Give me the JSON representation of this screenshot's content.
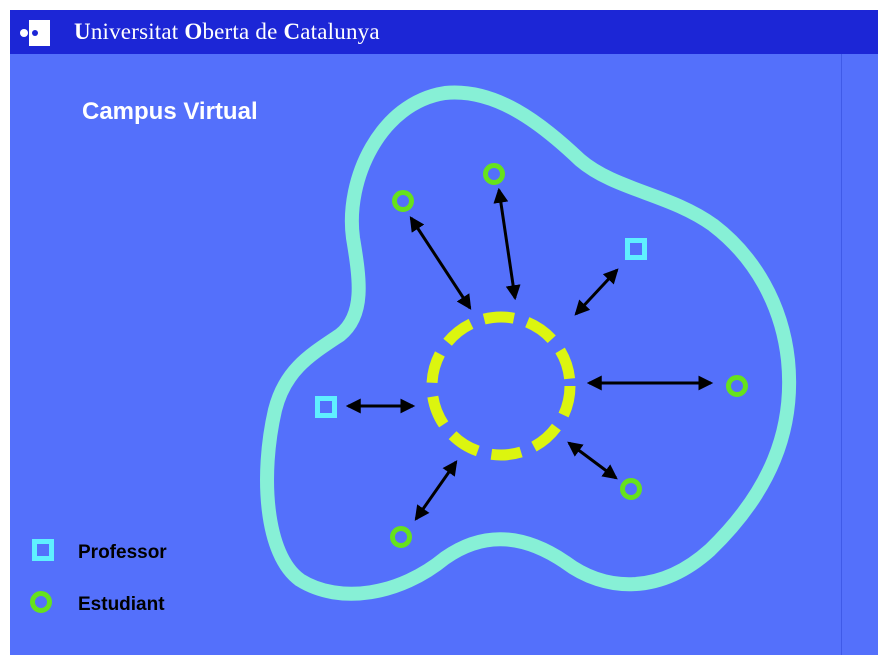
{
  "header": {
    "title_parts": [
      {
        "text": "U",
        "bold": true
      },
      {
        "text": "niversitat ",
        "bold": false
      },
      {
        "text": "O",
        "bold": true
      },
      {
        "text": "berta de ",
        "bold": false
      },
      {
        "text": "C",
        "bold": true
      },
      {
        "text": "atalunya",
        "bold": false
      }
    ]
  },
  "diagram": {
    "title": "Campus Virtual",
    "legend": {
      "professor_label": "Professor",
      "student_label": "Estudiant"
    },
    "nodes": [
      {
        "role": "student",
        "name": "student-top-left"
      },
      {
        "role": "student",
        "name": "student-top"
      },
      {
        "role": "professor",
        "name": "professor-top-right"
      },
      {
        "role": "student",
        "name": "student-right"
      },
      {
        "role": "student",
        "name": "student-bottom-right"
      },
      {
        "role": "student",
        "name": "student-bottom-left"
      },
      {
        "role": "professor",
        "name": "professor-left"
      }
    ]
  },
  "colors": {
    "background": "#5470fb",
    "header": "#1c26d6",
    "campus_outline": "#87f0d6",
    "center_ring": "#dcf50f",
    "professor": "#5ff0ff",
    "student": "#66e21c",
    "arrow": "#000000"
  }
}
